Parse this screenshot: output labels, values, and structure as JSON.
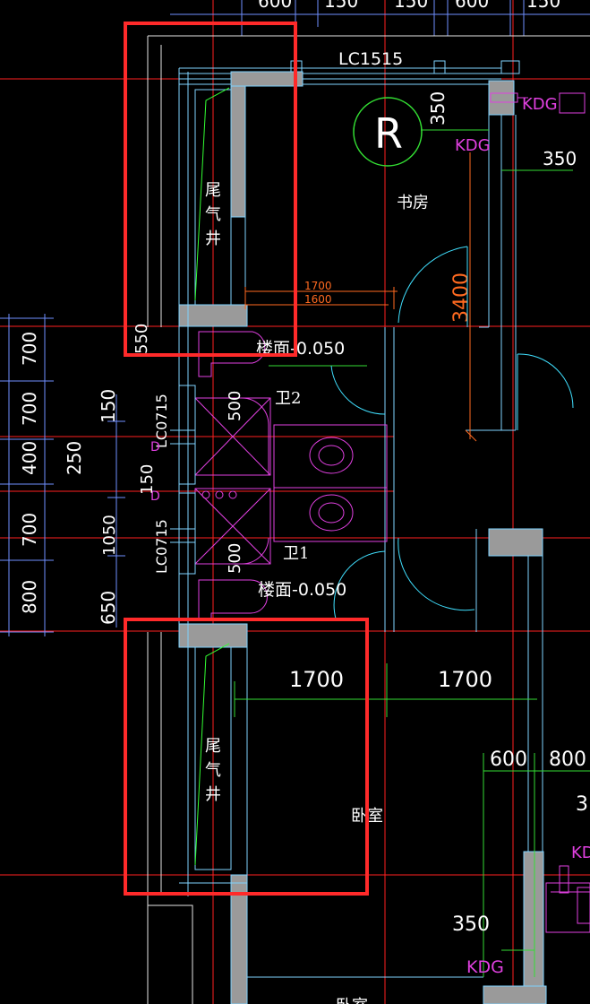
{
  "colors": {
    "background": "#000000",
    "wall_outline": "#7fd3ff",
    "wall_fill": "#9a9a9a",
    "axis_red": "#ff2020",
    "dim_green": "#33dd33",
    "magenta": "#e040e0",
    "white": "#ffffff",
    "dim_blue": "#6f8fff",
    "orange": "#ff6a20",
    "highlight": "#ff2a2a",
    "door_cyan": "#40e0ff"
  },
  "top_dims": {
    "d1": "600",
    "d2": "150",
    "d3": "150",
    "d4": "600",
    "d5": "150"
  },
  "window_top": "LC1515",
  "symbol_r": "R",
  "kdg_1": "KDG",
  "kdg_2": "KDG",
  "kdg_3": "KDG",
  "kdg_4": "KDG",
  "dim_350_a": "350",
  "dim_350_b": "350",
  "dim_350_c": "350",
  "study_room": "书房",
  "dim_3400": "3400",
  "dim_1700_small": "1700",
  "dim_1600_small": "1600",
  "shaft_top": [
    "尾",
    "气",
    "井"
  ],
  "shaft_bottom": [
    "尾",
    "气",
    "井"
  ],
  "floor_level_1": "楼面-0.050",
  "floor_level_2": "楼面-0.050",
  "dim_550": "550",
  "wc_1": "卫2",
  "wc_2": "卫1",
  "dim_500_a": "500",
  "dim_500_b": "500",
  "window_lc0715_a": "LC0715",
  "window_lc0715_b": "LC0715",
  "left_dims": [
    "700",
    "700",
    "400",
    "700",
    "800"
  ],
  "dim_150_a": "150",
  "dim_150_b": "150",
  "dim_250": "250",
  "dim_1050": "1050",
  "dim_650": "650",
  "dim_1700_a": "1700",
  "dim_1700_b": "1700",
  "dim_600": "600",
  "dim_800": "800",
  "bedroom": "卧室",
  "partial_3": "3",
  "partial_kd": "KD",
  "bottom_label": "卧室"
}
